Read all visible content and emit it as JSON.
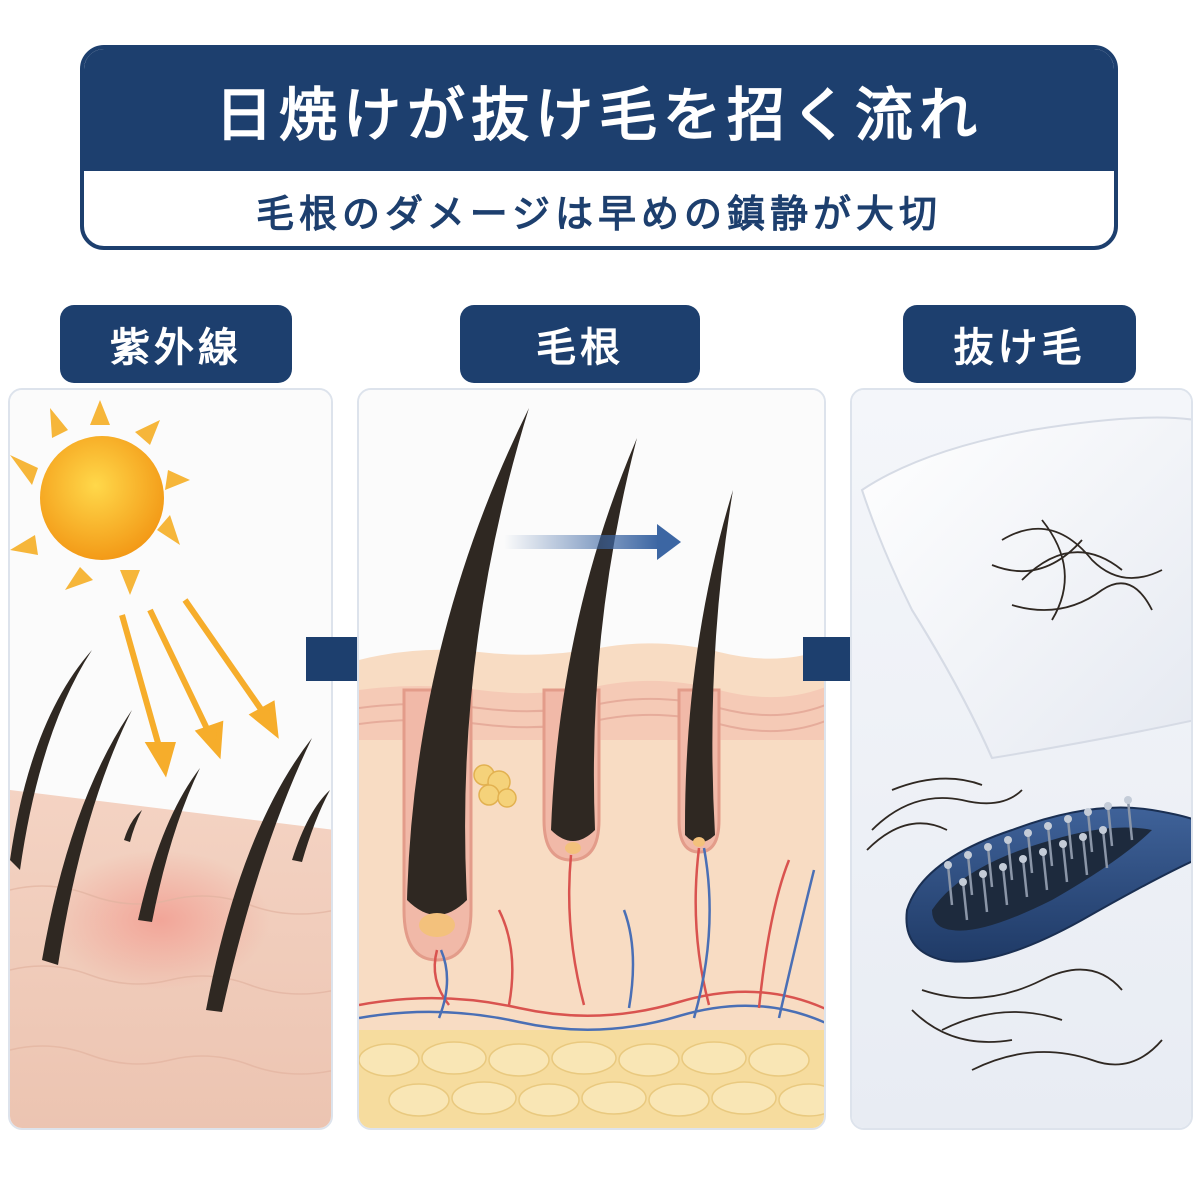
{
  "header": {
    "title": "日焼けが抜け毛を招く流れ",
    "subtitle": "毛根のダメージは早めの鎮静が大切"
  },
  "steps": [
    {
      "label": "紫外線",
      "icon": "sun-icon"
    },
    {
      "label": "毛根",
      "icon": "hair-follicle-icon"
    },
    {
      "label": "抜け毛",
      "icon": "hairbrush-icon"
    }
  ],
  "colors": {
    "navy": "#1d3f6e",
    "sun": "#f6a623",
    "skin": "#f3d2c2",
    "hair": "#2f2822"
  }
}
